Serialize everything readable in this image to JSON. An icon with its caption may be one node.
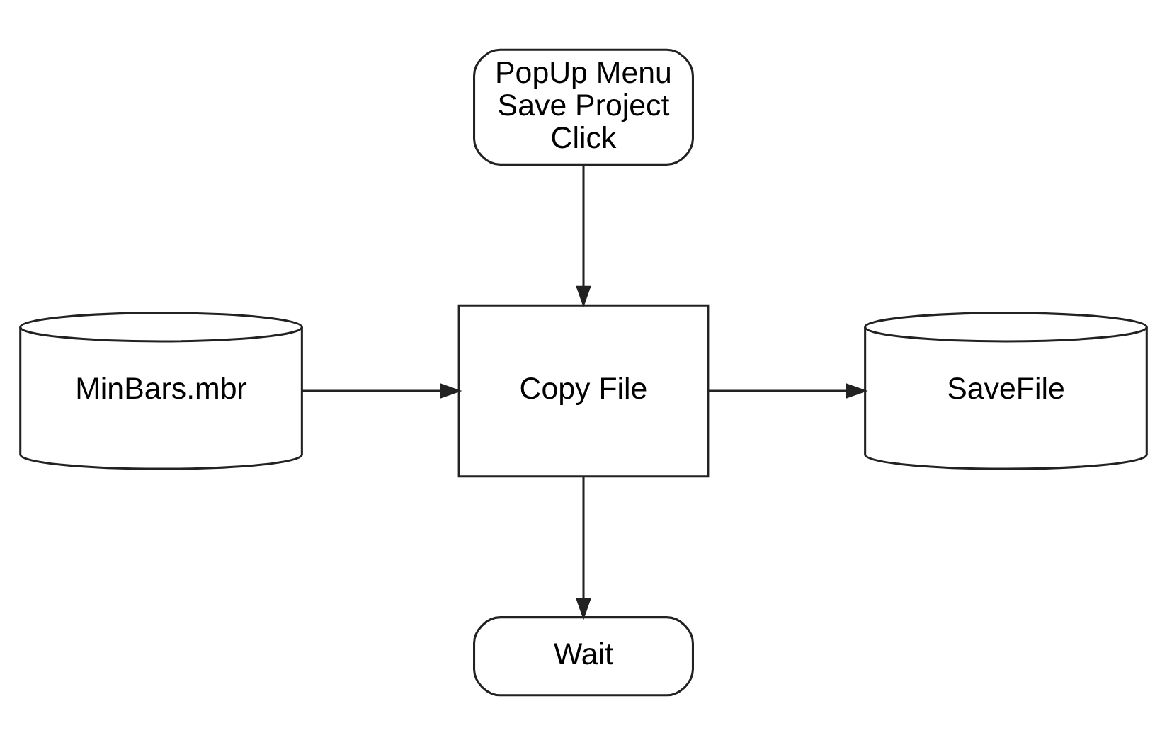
{
  "diagram": {
    "nodes": [
      {
        "text": [
          "PopUp Menu Save Project Click"
        ]
      },
      {
        "text": [
          "MinBars.mbr"
        ]
      },
      {
        "text": [
          "Copy File"
        ]
      },
      {
        "text": [
          "SaveFile"
        ]
      },
      {
        "text": [
          "Wait"
        ]
      }
    ],
    "edges": [
      {
        "from": 0,
        "to": 2,
        "arrow": "to"
      },
      {
        "from": 1,
        "to": 2,
        "arrow": "to"
      },
      {
        "from": 2,
        "to": 3,
        "arrow": "to"
      },
      {
        "from": 2,
        "to": 4,
        "arrow": "to"
      }
    ]
  }
}
